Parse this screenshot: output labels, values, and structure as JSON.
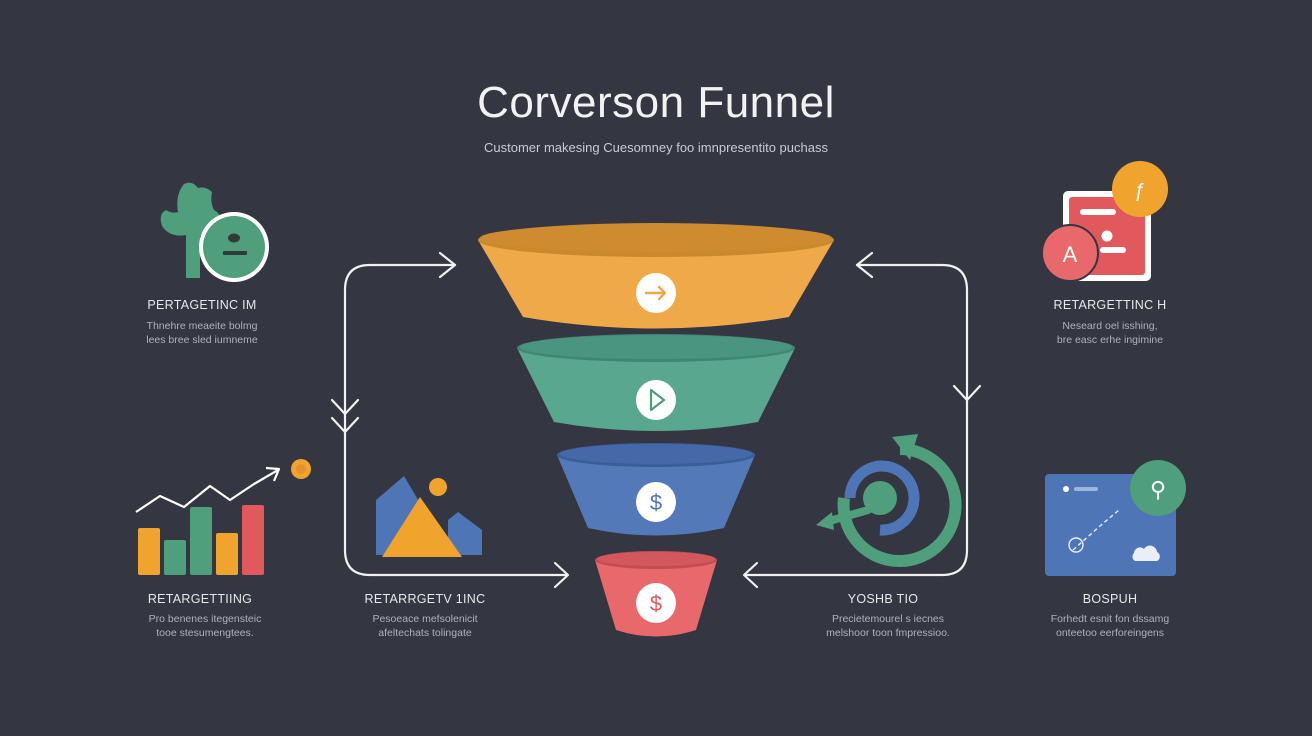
{
  "header": {
    "title": "Corverson Funnel",
    "subtitle": "Customer makesing Cuesomney foo imnpresentito puchass"
  },
  "colors": {
    "background": "#343741",
    "stage1": "#f0a948",
    "stage2": "#59a78e",
    "stage3": "#5379b8",
    "stage4": "#e8686b",
    "accent_orange": "#f0a42e",
    "accent_green": "#4f9e7c",
    "accent_red": "#e1595c",
    "accent_blue": "#4e76b6"
  },
  "funnel": {
    "stages": [
      {
        "icon": "arrow-right-icon",
        "glyph": "→"
      },
      {
        "icon": "play-icon",
        "glyph": "▷"
      },
      {
        "icon": "dollar-icon",
        "glyph": "$"
      },
      {
        "icon": "dollar-icon",
        "glyph": "$"
      }
    ]
  },
  "blocks": {
    "top_left": {
      "icon": "plant-badge-icon",
      "label": "PERTAGETINC IM",
      "desc_1": "Thnehre meaeite bolmg",
      "desc_2": "lees bree sled iumneme"
    },
    "top_right": {
      "icon": "profile-card-icon",
      "label": "RETARGETTINC H",
      "desc_1": "Neseard oel isshing,",
      "desc_2": "bre easc erhe ingimine"
    },
    "bottom_left": {
      "icon": "bar-chart-icon",
      "label": "RETARGETTIING",
      "desc_1": "Pro benenes itegensteic",
      "desc_2": "tooe stesumengtees."
    },
    "bottom_mid_l": {
      "icon": "mountain-icon",
      "label": "RETARRGETV 1INC",
      "desc_1": "Pesoeace mefsolenicit",
      "desc_2": "afeltechats tolingate"
    },
    "bottom_mid_r": {
      "icon": "target-cycle-icon",
      "label": "YOSHB TIO",
      "desc_1": "Precietemourel s iecnes",
      "desc_2": "melshoor toon fmpressioo."
    },
    "bottom_right": {
      "icon": "map-card-icon",
      "label": "BOSPUH",
      "desc_1": "Forhedt esnit fon dssamg",
      "desc_2": "onteetoo eerforeingens"
    }
  },
  "badges": {
    "card_badge_glyph": "ƒ",
    "avatar_glyph": "A",
    "map_pin_glyph": "⚲"
  }
}
